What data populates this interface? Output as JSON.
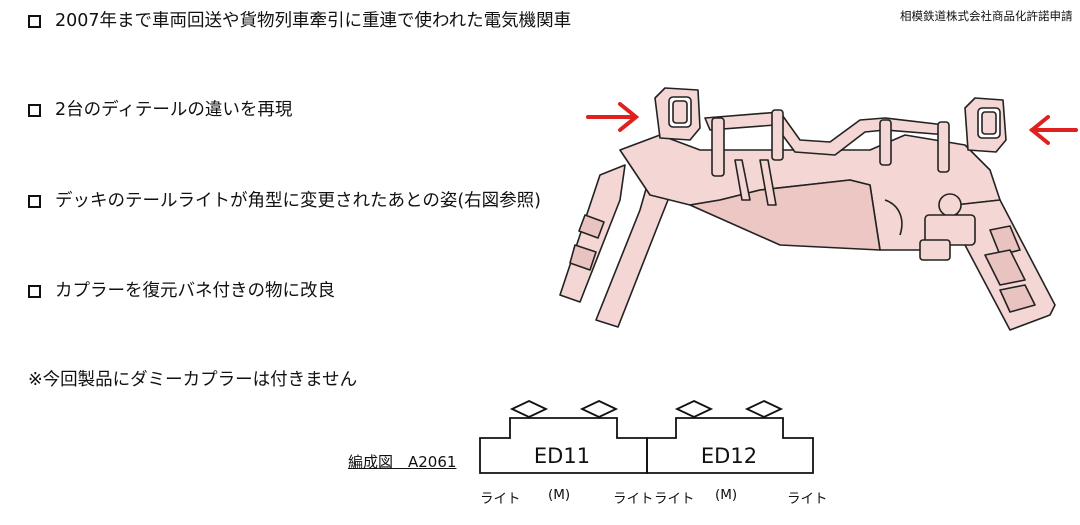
{
  "copyright": "相模鉄道株式会社商品化許諾申請",
  "bullets": [
    "2007年まで車両回送や貨物列車牽引に重連で使われた電気機関車",
    "2台のディテールの違いを再現",
    "デッキのテールライトが角型に変更されたあとの姿(右図参照)",
    "カプラーを復元バネ付きの物に改良"
  ],
  "note": "※今回製品にダミーカプラーは付きません",
  "formation": {
    "label": "編成図　A2061",
    "cars": [
      "ED11",
      "ED12"
    ],
    "light_label": "ライト",
    "motor_label": "(M)"
  },
  "colors": {
    "deck_fill": "#f4d6d4",
    "arrow": "#e0201e",
    "line": "#111111"
  }
}
